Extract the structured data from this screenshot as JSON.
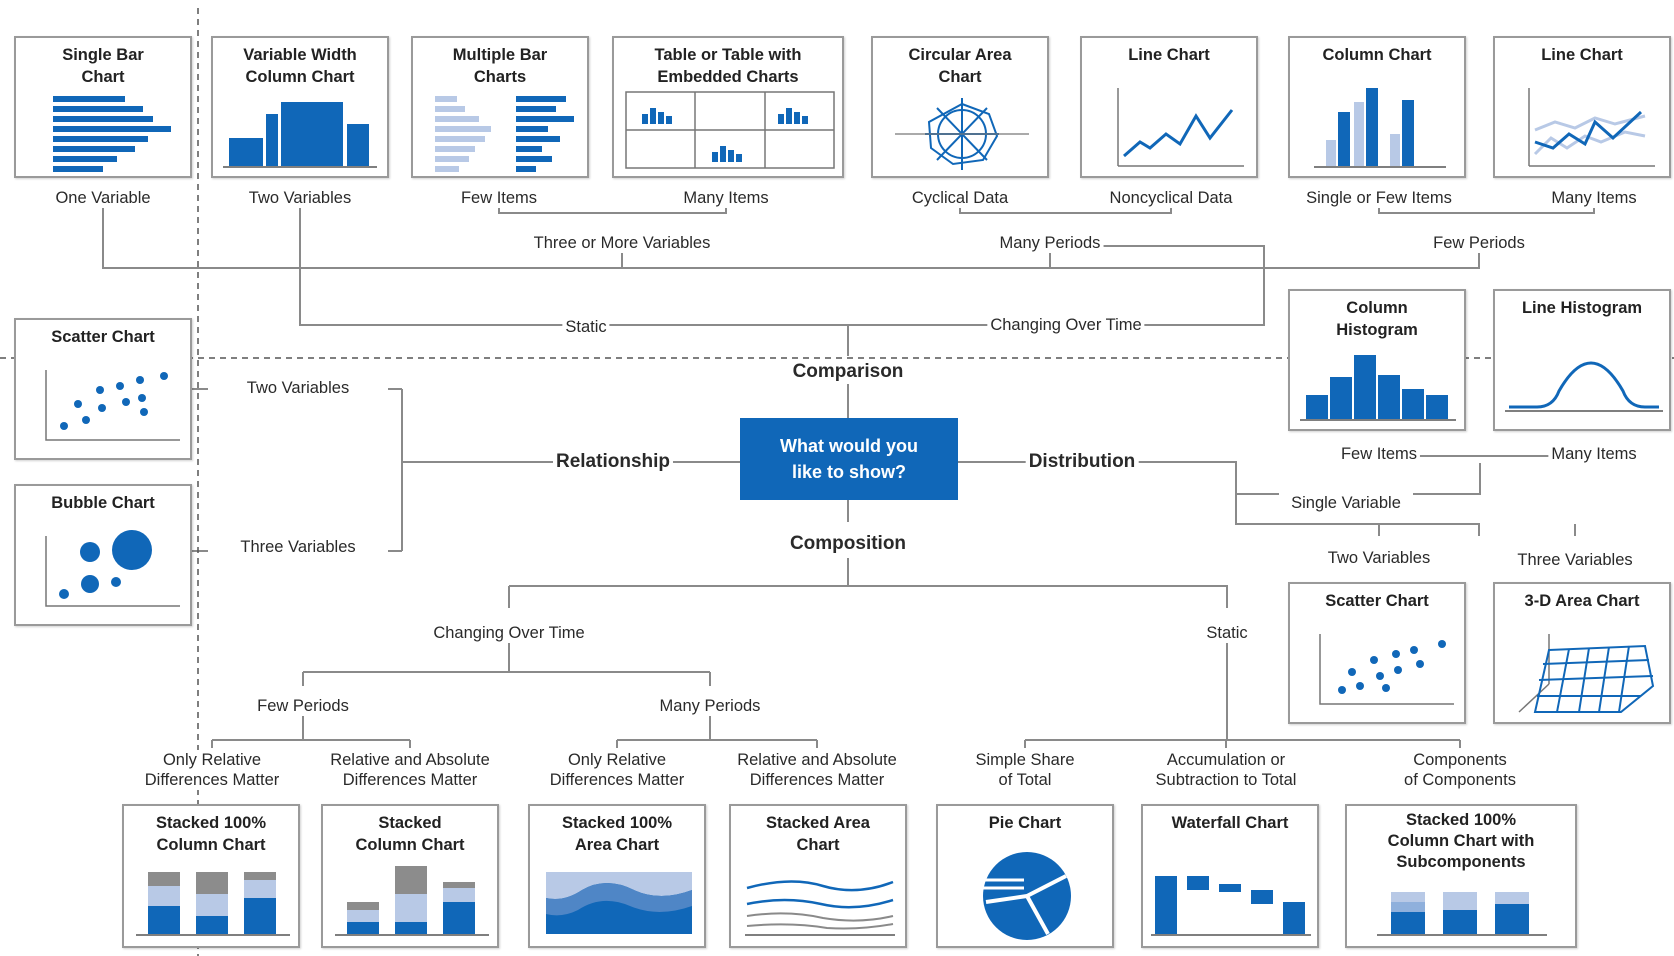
{
  "center_question": "What would you\nlike to show?",
  "categories": {
    "comparison": "Comparison",
    "relationship": "Relationship",
    "distribution": "Distribution",
    "composition": "Composition"
  },
  "colors": {
    "blue": "#1067b8",
    "light_blue": "#b8c9e6",
    "gray": "#8c8c8c",
    "line": "#8a8a8a"
  },
  "charts": {
    "single_bar": "Single Bar\nChart",
    "variable_width_column": "Variable Width\nColumn Chart",
    "multiple_bar": "Multiple Bar\nCharts",
    "table_embedded": "Table or Table with\nEmbedded Charts",
    "circular_area": "Circular Area\nChart",
    "line_chart_1": "Line Chart",
    "column_chart": "Column Chart",
    "line_chart_2": "Line Chart",
    "scatter_left": "Scatter Chart",
    "bubble": "Bubble Chart",
    "column_histogram": "Column\nHistogram",
    "line_histogram": "Line Histogram",
    "scatter_right": "Scatter Chart",
    "area_3d": "3-D Area Chart",
    "stacked100_column": "Stacked 100%\nColumn Chart",
    "stacked_column": "Stacked\nColumn Chart",
    "stacked100_area": "Stacked 100%\nArea Chart",
    "stacked_area": "Stacked Area\nChart",
    "pie": "Pie Chart",
    "waterfall": "Waterfall Chart",
    "stacked100_sub": "Stacked 100%\nColumn Chart with\nSubcomponents"
  },
  "labels": {
    "one_variable": "One Variable",
    "two_variables_top": "Two Variables",
    "few_items_top": "Few Items",
    "many_items_top": "Many Items",
    "cyclical": "Cyclical Data",
    "noncyclical": "Noncyclical Data",
    "single_few_items": "Single or Few Items",
    "many_items_top2": "Many Items",
    "three_more_vars": "Three or More Variables",
    "many_periods_top": "Many Periods",
    "few_periods_top": "Few Periods",
    "static_top": "Static",
    "changing_top": "Changing Over Time",
    "two_vars_left": "Two Variables",
    "three_vars_left": "Three Variables",
    "few_items_dist": "Few Items",
    "many_items_dist": "Many Items",
    "single_variable": "Single Variable",
    "two_vars_dist": "Two Variables",
    "three_vars_dist": "Three Variables",
    "changing_bottom": "Changing Over Time",
    "static_bottom": "Static",
    "few_periods_bottom": "Few Periods",
    "many_periods_bottom": "Many Periods",
    "only_rel_1": "Only Relative\nDifferences Matter",
    "rel_abs_1": "Relative and Absolute\nDifferences Matter",
    "only_rel_2": "Only Relative\nDifferences Matter",
    "rel_abs_2": "Relative and Absolute\nDifferences Matter",
    "simple_share": "Simple Share\nof Total",
    "accumulation": "Accumulation or\nSubtraction to Total",
    "components": "Components\nof Components"
  }
}
